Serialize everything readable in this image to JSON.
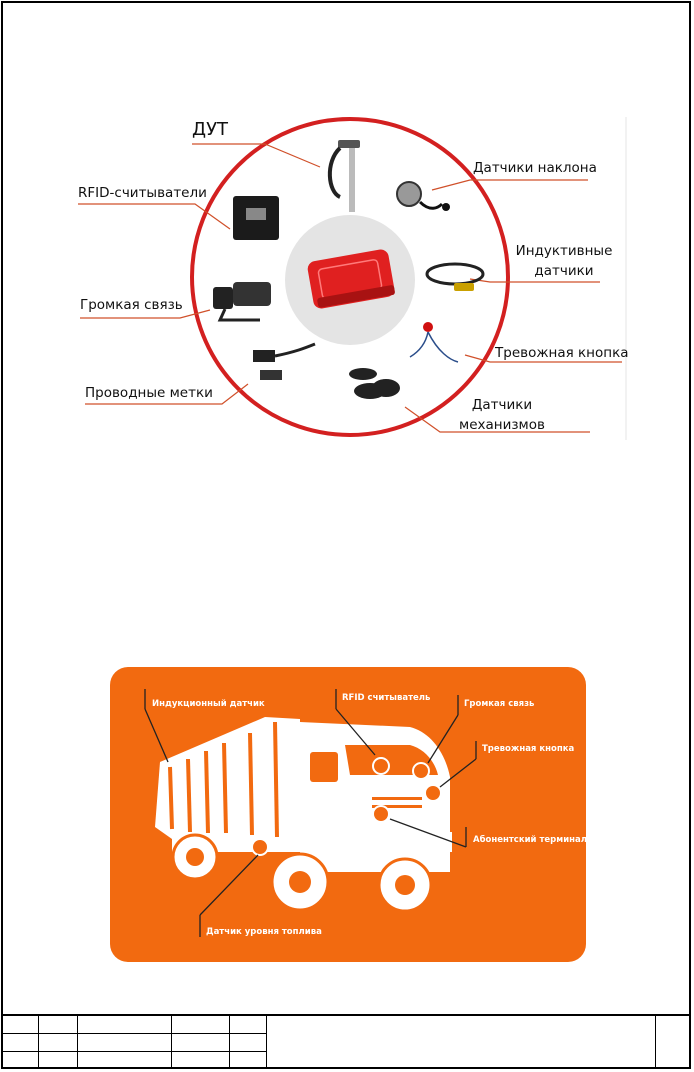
{
  "diagram_one": {
    "labels": {
      "dut": "ДУТ",
      "rfid": "RFID-считыватели",
      "loud": "Громкая связь",
      "wired": "Проводные метки",
      "tilt": "Датчики наклона",
      "inductive_1": "Индуктивные",
      "inductive_2": "датчики",
      "alarm": "Тревожная кнопка",
      "mech_1": "Датчики",
      "mech_2": "механизмов"
    },
    "colors": {
      "ring": "#d32020",
      "device": "#e02020",
      "leader": "#d0502a",
      "hub": "#e4e4e4"
    }
  },
  "diagram_two": {
    "labels": {
      "induction": "Индукционный датчик",
      "rfid": "RFID считыватель",
      "loud": "Громкая связь",
      "alarm": "Тревожная кнопка",
      "terminal": "Абонентский терминал",
      "fuel": "Датчик уровня топлива"
    },
    "colors": {
      "background": "#f26a10",
      "truck": "#ffffff"
    }
  }
}
